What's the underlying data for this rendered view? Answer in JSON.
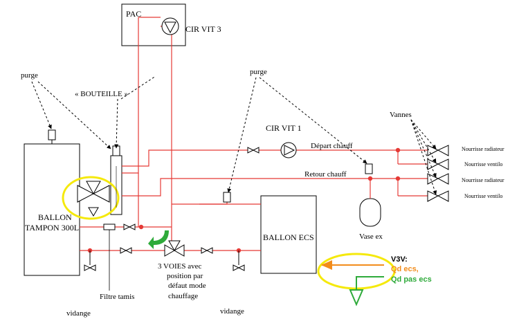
{
  "labels": {
    "pac": "PAC",
    "cir_vit_3": "CIR VIT 3",
    "cir_vit_1": "CIR VIT 1",
    "purge_left": "purge",
    "purge_right": "purge",
    "bouteille": "« BOUTEILLE »",
    "depart_chauff": "Départ chauff",
    "retour_chauff": "Retour chauff",
    "vannes": "Vannes",
    "nourrisse_radiateur_1": "Nourrisse radiateur",
    "nourrisse_ventilo_1": "Nourrisse ventilo",
    "nourrisse_radiateur_2": "Nourrisse radiateur",
    "nourrisse_ventilo_2": "Nourrisse ventilo",
    "ballon_tampon_line1": "BALLON",
    "ballon_tampon_line2": "TAMPON 300L",
    "ballon_ecs": "BALLON ECS",
    "vase_ex": "Vase ex",
    "trois_voies_line1": "3 VOIES avec",
    "trois_voies_line2": "position par",
    "trois_voies_line3": "défaut mode",
    "trois_voies_line4": "chauffage",
    "filtre_tamis": "Filtre tamis",
    "vidange_left": "vidange",
    "vidange_right": "vidange"
  },
  "v3v_legend": {
    "title": "V3V:",
    "qd_ecs": "Qd ecs,",
    "qd_pas_ecs": "Qd pas ecs"
  },
  "colors": {
    "pipe": "#e53935",
    "highlight": "#f5e90c",
    "orange_arrow": "#f28c1b",
    "green_arrow": "#2eaa3a"
  }
}
